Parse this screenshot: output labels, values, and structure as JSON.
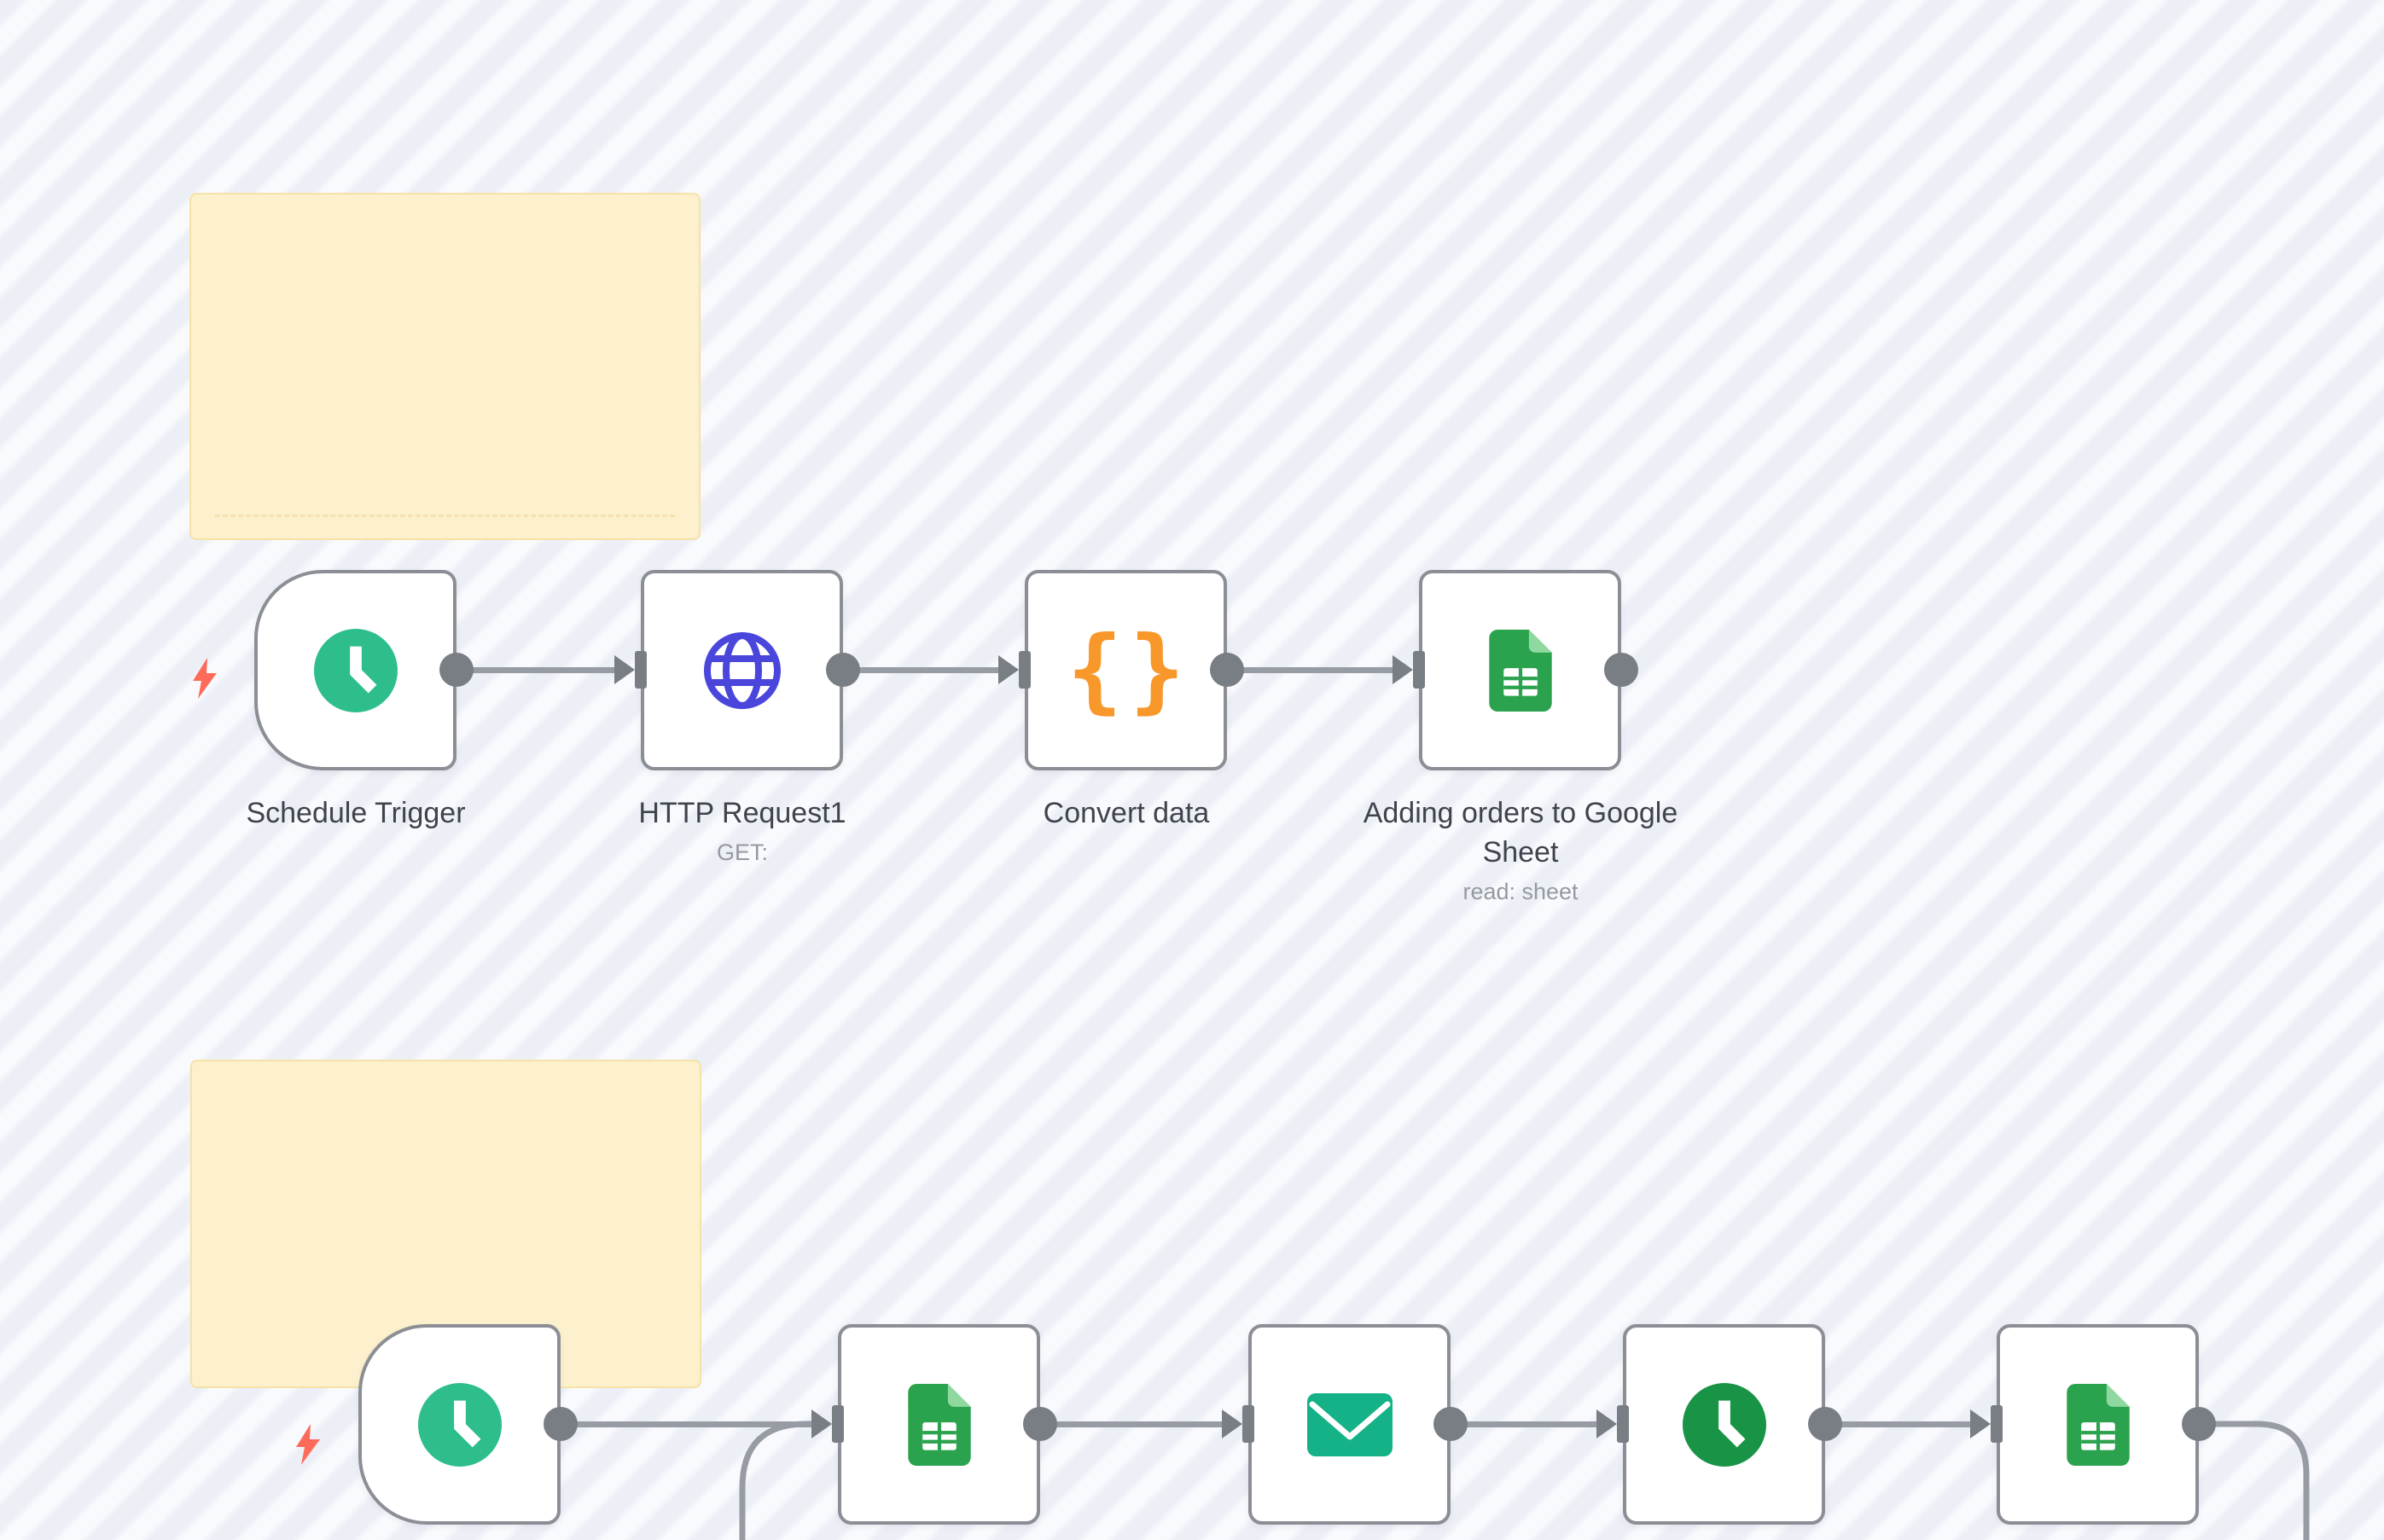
{
  "sticky_notes": [
    {
      "text": ""
    },
    {
      "text": ""
    }
  ],
  "workflows": {
    "top": {
      "nodes": [
        {
          "label": "Schedule Trigger",
          "subtitle": "",
          "icon": "clock-icon",
          "icon_color": "#2EBE8C",
          "shape": "trigger"
        },
        {
          "label": "HTTP Request1",
          "subtitle": "GET:",
          "icon": "globe-icon",
          "icon_color": "#4A46DC",
          "shape": "rect"
        },
        {
          "label": "Convert data",
          "subtitle": "",
          "icon": "curly-braces-icon",
          "icon_glyph": "{}",
          "icon_color": "#F8982B",
          "shape": "rect"
        },
        {
          "label": "Adding orders to Google Sheet",
          "subtitle": "read: sheet",
          "icon": "google-sheets-icon",
          "icon_color": "#2BA24D",
          "shape": "rect"
        }
      ]
    },
    "bottom": {
      "nodes": [
        {
          "label": "",
          "subtitle": "",
          "icon": "clock-icon",
          "icon_color": "#2EBE8C",
          "shape": "trigger"
        },
        {
          "label": "",
          "subtitle": "",
          "icon": "google-sheets-icon",
          "icon_color": "#2BA24D",
          "shape": "rect"
        },
        {
          "label": "",
          "subtitle": "",
          "icon": "envelope-icon",
          "icon_color": "#14B286",
          "shape": "rect"
        },
        {
          "label": "",
          "subtitle": "",
          "icon": "clock-icon",
          "icon_color": "#199447",
          "shape": "rect"
        },
        {
          "label": "",
          "subtitle": "",
          "icon": "google-sheets-icon",
          "icon_color": "#2BA24D",
          "shape": "rect"
        }
      ]
    }
  },
  "colors": {
    "canvas_stripe_light": "#f9fafd",
    "canvas_stripe_dark": "#edeff7",
    "node_border": "#8B8E94",
    "connection_line": "#979BA3",
    "connector_endpoint": "#797D84",
    "sticky_fill": "#FCF0CD",
    "sticky_border": "#F5E2A7",
    "node_label_text": "#3F434B",
    "node_subtitle_text": "#9599A1",
    "trigger_bolt": "#FF6B5A",
    "schedule_clock": "#2EBE8C",
    "wait_clock": "#199447",
    "http_globe": "#4A46DC",
    "convert_braces": "#F8982B",
    "google_sheets_green": "#2BA24D",
    "email_envelope": "#14B286"
  }
}
